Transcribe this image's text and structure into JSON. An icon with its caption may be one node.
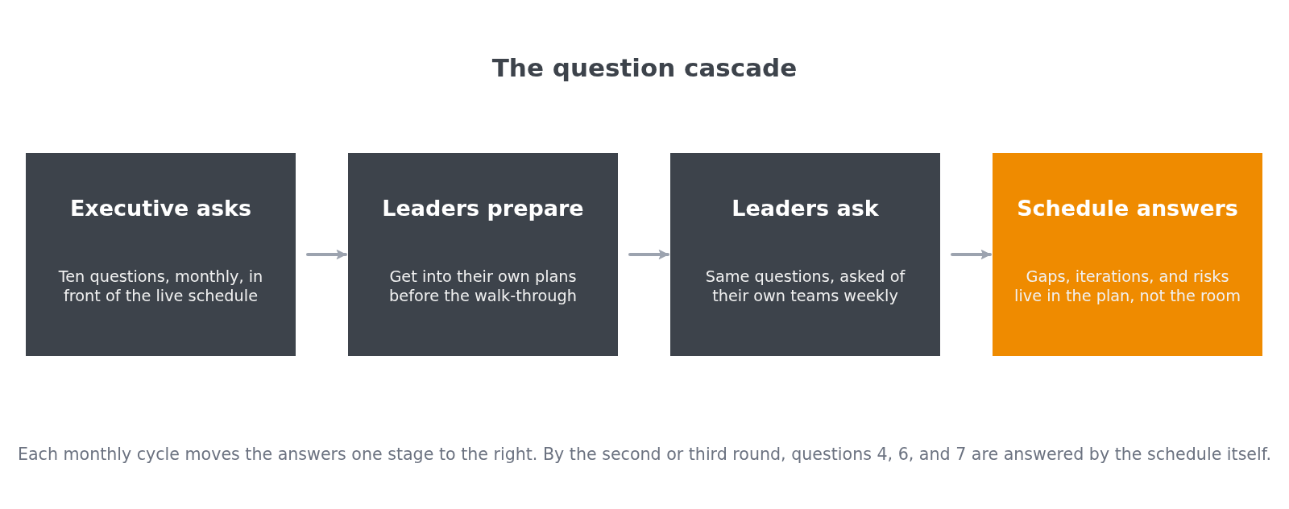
{
  "diagram": {
    "title": "The question cascade",
    "nodes": [
      {
        "text": [
          "Executive asks",
          "Ten questions, monthly, in front of the live schedule"
        ]
      },
      {
        "text": [
          "Leaders prepare",
          "Get into their own plans before the walk-through"
        ]
      },
      {
        "text": [
          "Leaders ask",
          "Same questions, asked of their own teams weekly"
        ]
      },
      {
        "text": [
          "Schedule answers",
          "Gaps, iterations, and risks live in the plan, not the room"
        ]
      }
    ],
    "edges": [
      {
        "from": 0,
        "to": 1,
        "arrow": "to"
      },
      {
        "from": 1,
        "to": 2,
        "arrow": "to"
      },
      {
        "from": 2,
        "to": 3,
        "arrow": "to"
      }
    ],
    "caption": "Each monthly cycle moves the answers one stage to the right. By the second or third round, questions 4, 6, and 7 are answered by the schedule itself."
  }
}
